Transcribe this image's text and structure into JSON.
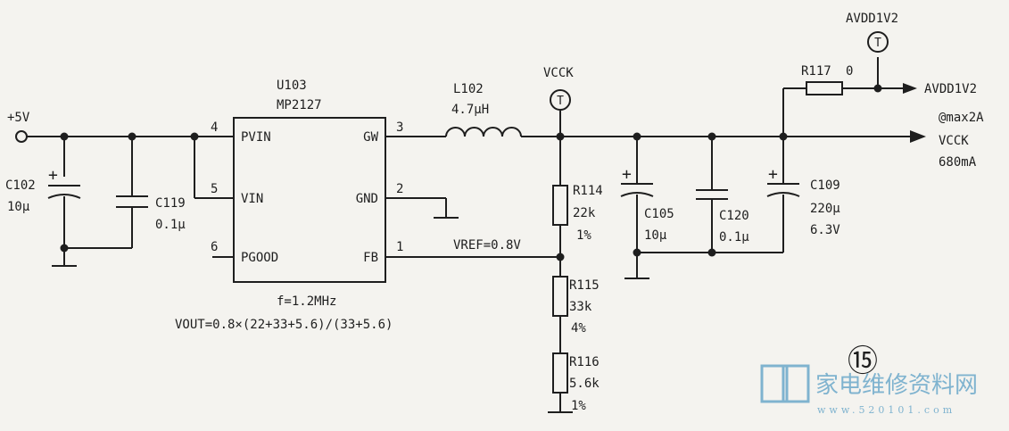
{
  "ic": {
    "ref": "U103",
    "part": "MP2127",
    "pins": [
      {
        "num": "4",
        "name": "PVIN"
      },
      {
        "num": "5",
        "name": "VIN"
      },
      {
        "num": "6",
        "name": "PGOOD"
      },
      {
        "num": "3",
        "name": "GW"
      },
      {
        "num": "2",
        "name": "GND"
      },
      {
        "num": "1",
        "name": "FB"
      }
    ],
    "freq": "f=1.2MHz",
    "formula": "VOUT=0.8×(22+33+5.6)/(33+5.6)"
  },
  "input_label": "+5V",
  "inductor": {
    "ref": "L102",
    "value": "4.7μH"
  },
  "test_points": {
    "vcck": "VCCK",
    "avdd": "AVDD1V2",
    "symbol": "T"
  },
  "vref": "VREF=0.8V",
  "resistors": [
    {
      "ref": "R114",
      "value": "22k",
      "tol": "1%"
    },
    {
      "ref": "R115",
      "value": "33k",
      "tol": "4%"
    },
    {
      "ref": "R116",
      "value": "5.6k",
      "tol": "1%"
    },
    {
      "ref": "R117",
      "value": "0"
    }
  ],
  "capacitors": [
    {
      "ref": "C102",
      "value": "10μ"
    },
    {
      "ref": "C119",
      "value": "0.1μ"
    },
    {
      "ref": "C105",
      "value": "10μ"
    },
    {
      "ref": "C120",
      "value": "0.1μ"
    },
    {
      "ref": "C109",
      "value": "220μ",
      "voltage": "6.3V"
    }
  ],
  "outputs": {
    "avdd": "AVDD1V2",
    "note": "@max2A",
    "vcck": "VCCK",
    "vcck_current": "680mA"
  },
  "page_number": "⑮",
  "watermark": {
    "title": "家电维修资料网",
    "url": "www.520101.com"
  }
}
